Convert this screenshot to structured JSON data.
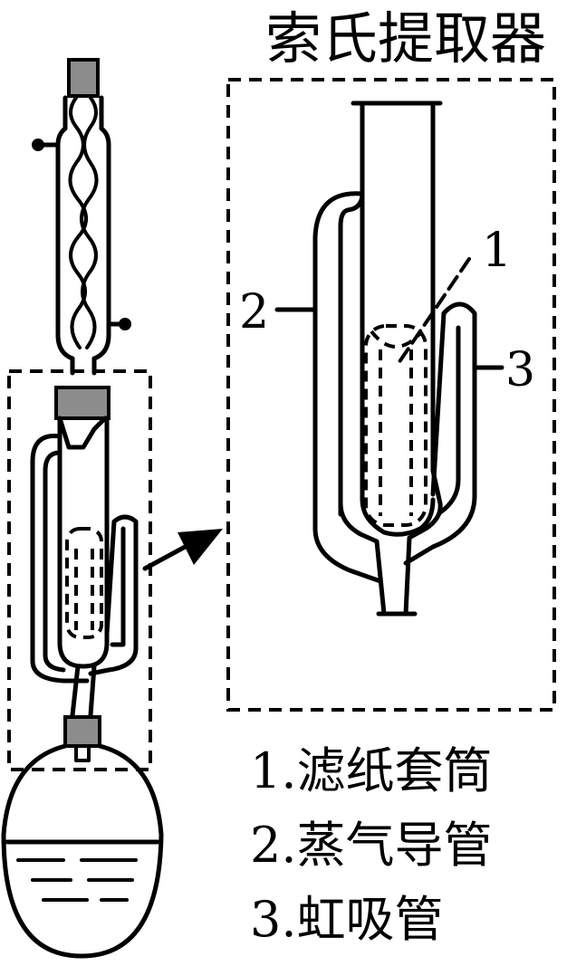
{
  "title": "索氏提取器",
  "callouts": {
    "one": "1",
    "two": "2",
    "three": "3"
  },
  "legend": [
    {
      "label": "1.滤纸套筒"
    },
    {
      "label": "2.蒸气导管"
    },
    {
      "label": "3.虹吸管"
    }
  ],
  "colors": {
    "stopper": "#8c8c8c",
    "ink": "#000000"
  }
}
